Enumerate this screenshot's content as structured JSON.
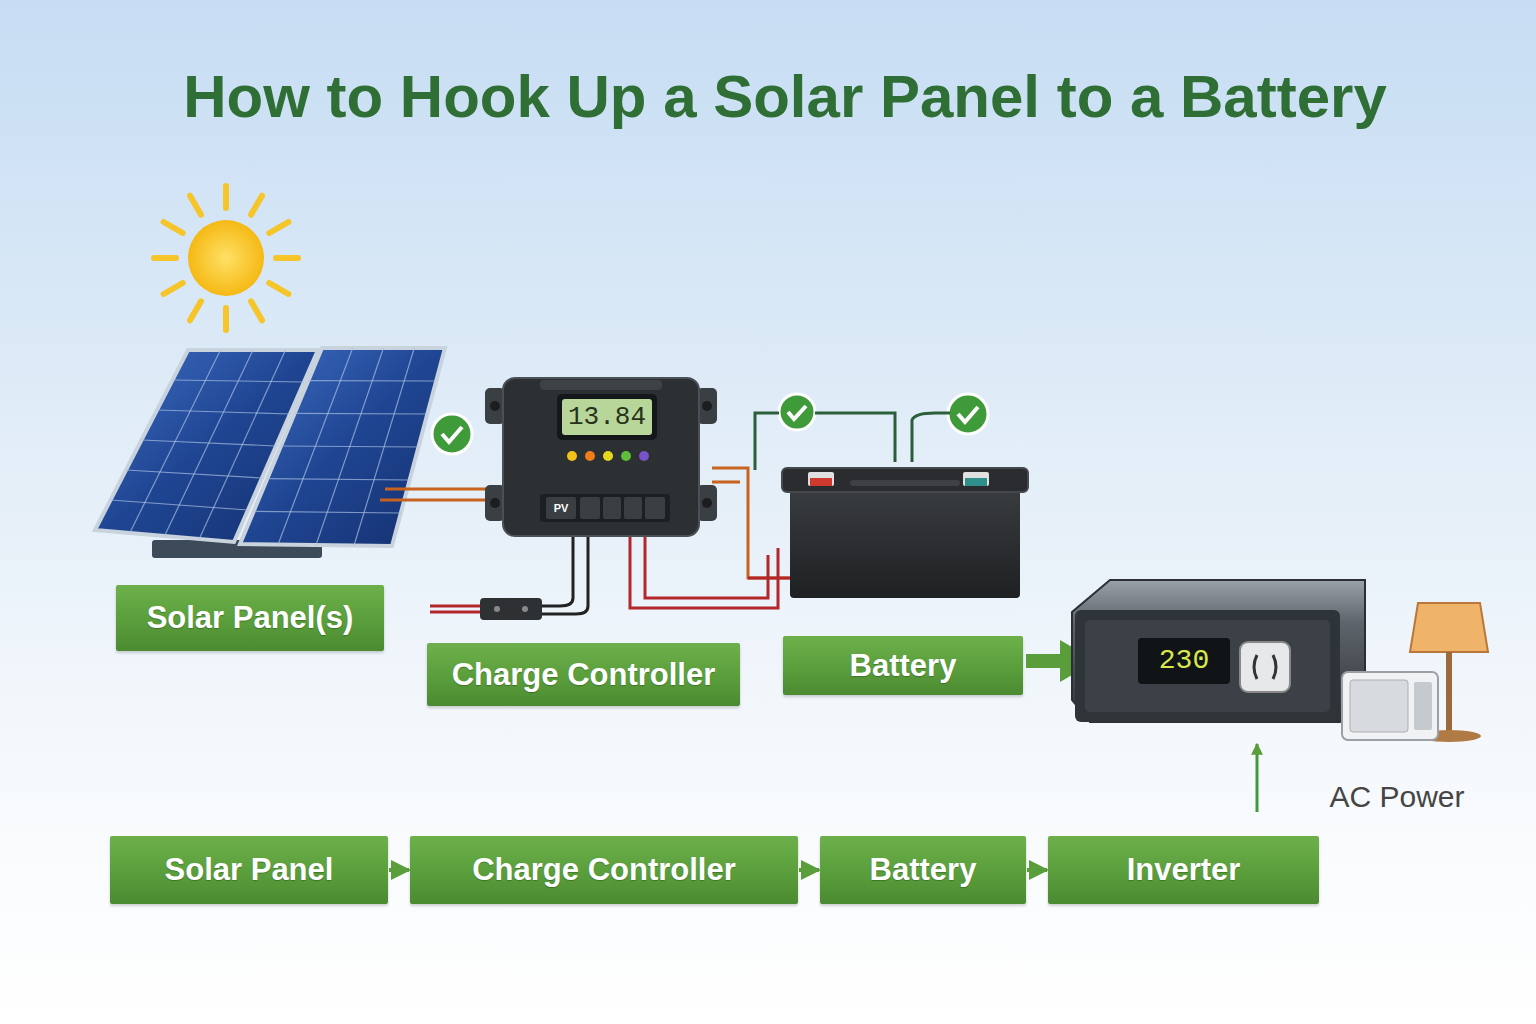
{
  "diagram": {
    "title": "How to Hook Up a Solar Panel to a Battery",
    "nodes": [
      {
        "text": [
          "Solar Panel(s)"
        ]
      },
      {
        "text": [
          "Charge Controller"
        ]
      },
      {
        "text": [
          "Battery"
        ]
      },
      {
        "text": [
          "Solar Panel"
        ]
      },
      {
        "text": [
          "Charge Controller"
        ]
      },
      {
        "text": [
          "Battery"
        ]
      },
      {
        "text": [
          "Inverter"
        ]
      }
    ],
    "edges": [
      {
        "from": 3,
        "to": 4,
        "arrow": "to"
      },
      {
        "from": 4,
        "to": 5,
        "arrow": "to"
      },
      {
        "from": 5,
        "to": 6,
        "arrow": "to"
      }
    ],
    "labels": [
      "13.84",
      "PV",
      "230",
      "AC Power"
    ]
  }
}
